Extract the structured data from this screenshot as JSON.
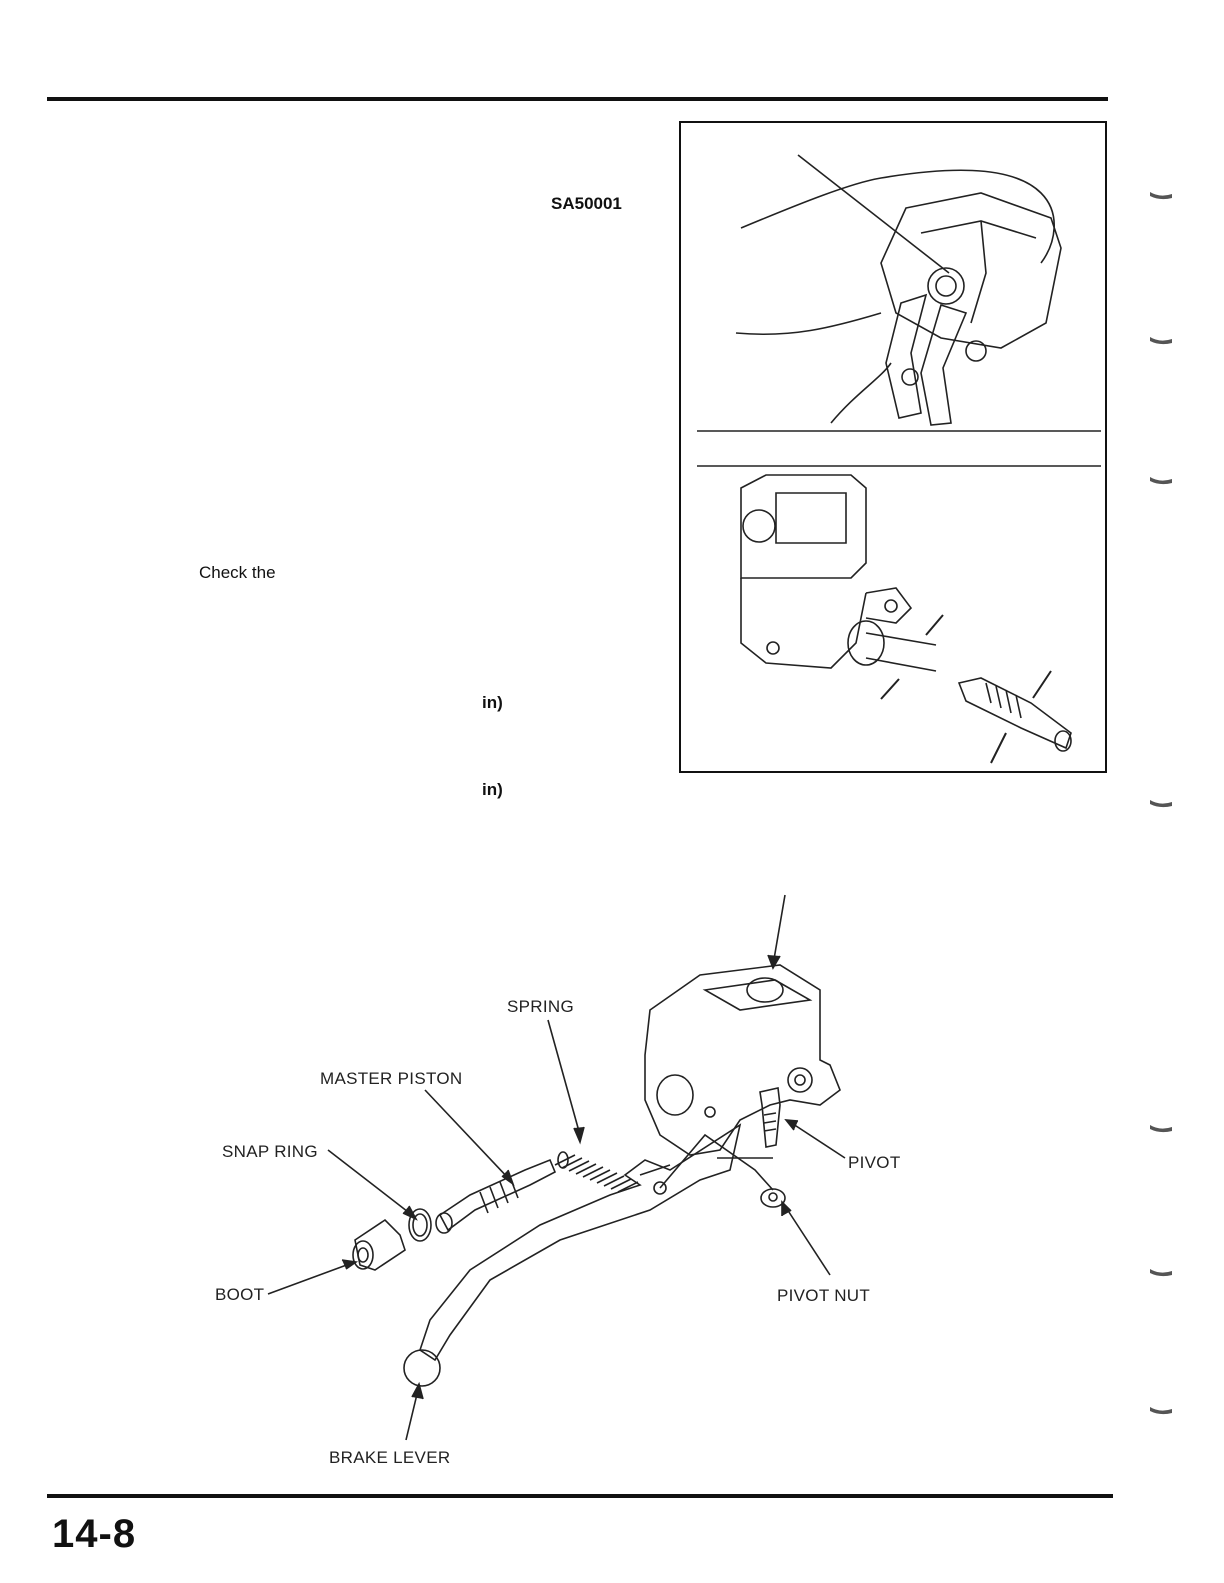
{
  "header": {
    "doc_code": "SA50001"
  },
  "body_text": {
    "check_line": "Check the",
    "unit_line_1": "in)",
    "unit_line_2": "in)"
  },
  "exploded_view": {
    "labels": {
      "spring": "SPRING",
      "master_piston": "MASTER PISTON",
      "snap_ring": "SNAP RING",
      "boot": "BOOT",
      "pivot": "PIVOT",
      "pivot_nut": "PIVOT NUT",
      "brake_lever": "BRAKE LEVER"
    }
  },
  "footer": {
    "page_number": "14-8"
  }
}
